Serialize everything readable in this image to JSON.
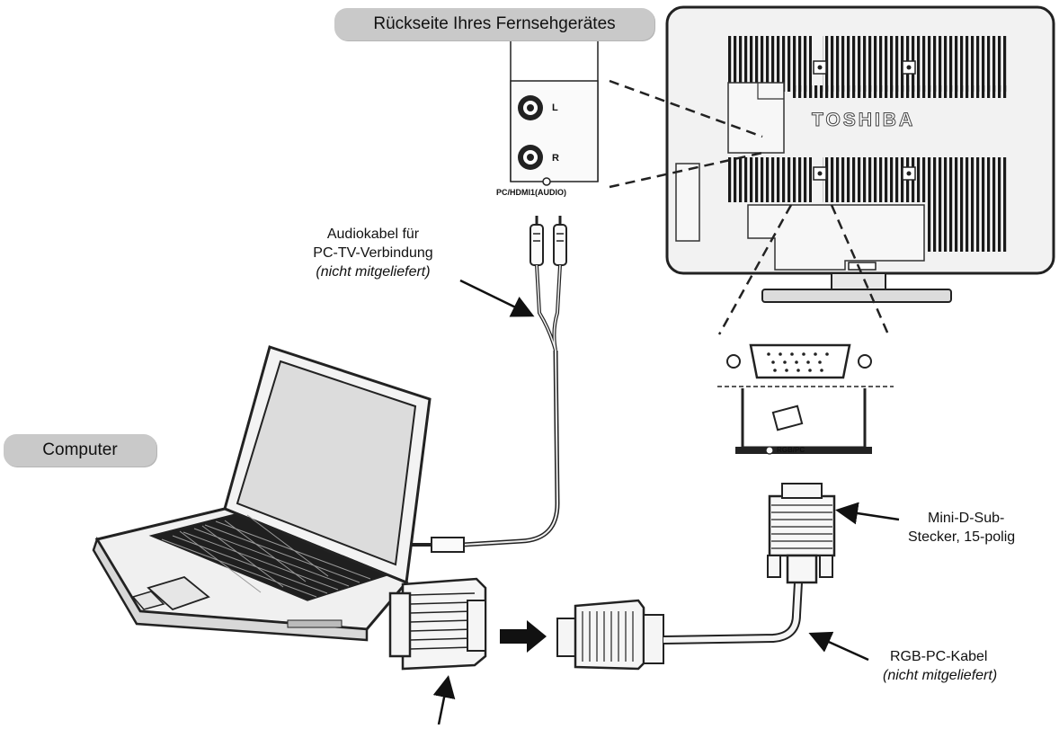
{
  "labels": {
    "tv_back": "Rückseite Ihres Fernsehgerätes",
    "computer": "Computer",
    "audio_cable_line1": "Audiokabel für",
    "audio_cable_line2": "PC-TV-Verbindung",
    "audio_cable_line3": "(nicht mitgeliefert)",
    "dsub_line1": "Mini-D-Sub-",
    "dsub_line2": "Stecker, 15-polig",
    "rgb_cable_line1": "RGB-PC-Kabel",
    "rgb_cable_line2": "(nicht mitgeliefert)"
  },
  "panel": {
    "jack_l": "L",
    "jack_r": "R",
    "audio_port": "PC/HDMI1(AUDIO)",
    "rgb_port": "RGB/PC"
  },
  "tv": {
    "brand": "TOSHIBA"
  }
}
